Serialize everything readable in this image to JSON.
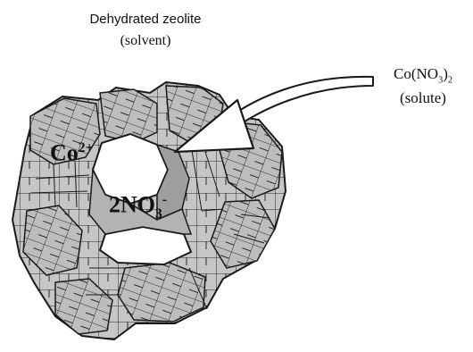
{
  "solvent": {
    "title": "Dehydrated zeolite",
    "role": "(solvent)"
  },
  "solute": {
    "formula_main": "Co(NO",
    "formula_sub": "3",
    "formula_close": ")",
    "formula_sub2": "2",
    "role": "(solute)"
  },
  "ions": {
    "cobalt": "Co",
    "cobalt_charge": "2+",
    "nitrate_coeff_symbol": "2NO",
    "nitrate_sub": "3",
    "nitrate_charge": "-"
  },
  "colors": {
    "framework_fill": "#c9c9c9",
    "framework_shade": "#9e9e9e",
    "framework_edge": "#1a1a1a",
    "arrow_fill": "#ffffff"
  }
}
